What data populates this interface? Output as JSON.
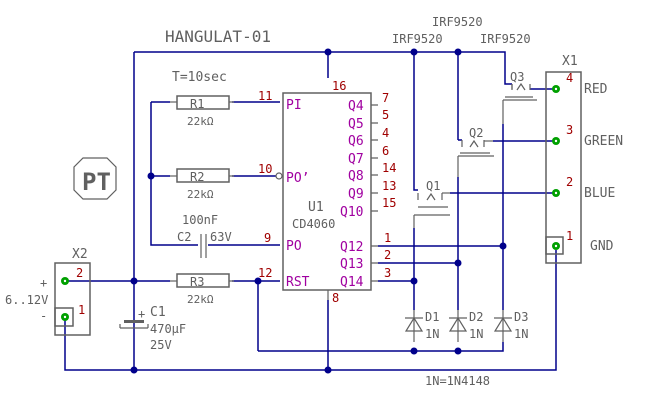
{
  "title": "HANGULAT-01",
  "period": "T=10sec",
  "logo": "PT",
  "note": "1N=1N4148",
  "mosfets": {
    "q1": {
      "ref": "Q1",
      "part": "IRF9520"
    },
    "q2": {
      "ref": "Q2",
      "part": "IRF9520"
    },
    "q3": {
      "ref": "Q3",
      "part": "IRF9520"
    }
  },
  "resistors": {
    "r1": {
      "ref": "R1",
      "value": "22kΩ"
    },
    "r2": {
      "ref": "R2",
      "value": "22kΩ"
    },
    "r3": {
      "ref": "R3",
      "value": "22kΩ"
    }
  },
  "capacitors": {
    "c1": {
      "ref": "C1",
      "value": "470µF",
      "voltage": "25V",
      "polarity": "+"
    },
    "c2": {
      "ref": "C2",
      "value": "100nF",
      "voltage": "63V"
    }
  },
  "diodes": {
    "d1": {
      "ref": "D1",
      "value": "1N"
    },
    "d2": {
      "ref": "D2",
      "value": "1N"
    },
    "d3": {
      "ref": "D3",
      "value": "1N"
    }
  },
  "ic": {
    "ref": "U1",
    "part": "CD4060",
    "left_pins": [
      {
        "name": "PI",
        "num": "11"
      },
      {
        "name": "PO’",
        "num": "10"
      },
      {
        "name": "PO",
        "num": "9"
      },
      {
        "name": "RST",
        "num": "12"
      }
    ],
    "right_pins": [
      {
        "name": "Q4",
        "num": "7"
      },
      {
        "name": "Q5",
        "num": "5"
      },
      {
        "name": "Q6",
        "num": "4"
      },
      {
        "name": "Q7",
        "num": "6"
      },
      {
        "name": "Q8",
        "num": "14"
      },
      {
        "name": "Q9",
        "num": "13"
      },
      {
        "name": "Q10",
        "num": "15"
      },
      {
        "name": "Q12",
        "num": "1"
      },
      {
        "name": "Q13",
        "num": "2"
      },
      {
        "name": "Q14",
        "num": "3"
      }
    ],
    "vdd_pin": "16",
    "vss_pin": "8"
  },
  "connector_x1": {
    "ref": "X1",
    "pins": [
      {
        "num": "4",
        "label": "RED"
      },
      {
        "num": "3",
        "label": "GREEN"
      },
      {
        "num": "2",
        "label": "BLUE"
      },
      {
        "num": "1",
        "label": "GND"
      }
    ]
  },
  "connector_x2": {
    "ref": "X2",
    "voltage": "6..12V",
    "plus": "+",
    "minus": "-",
    "pins": [
      {
        "num": "2"
      },
      {
        "num": "1"
      }
    ]
  }
}
